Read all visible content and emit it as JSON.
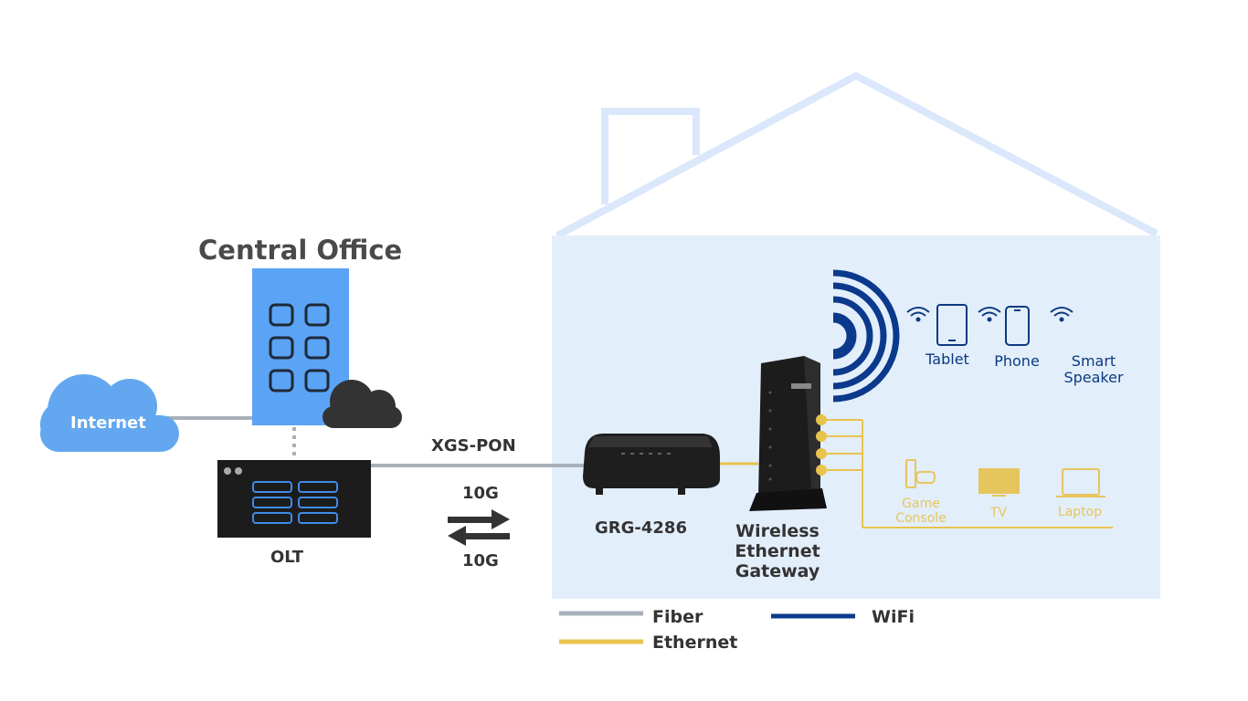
{
  "colors": {
    "fiber": "#a8b0ba",
    "ethernet": "#e8c34d",
    "wifi": "#0b3a8c",
    "house": "#e3eefb",
    "house_outline": "#dbe8fb",
    "building": "#5ba3f5",
    "cloud": "#62a7f0",
    "device_dark": "#222222"
  },
  "central_office": {
    "title": "Central Office"
  },
  "internet": {
    "label": "Internet"
  },
  "olt": {
    "label": "OLT"
  },
  "link": {
    "protocol": "XGS-PON",
    "upstream": "10G",
    "downstream": "10G"
  },
  "ont": {
    "label": "GRG-4286"
  },
  "gateway": {
    "label": "Wireless\nEthernet\nGateway"
  },
  "wifi_devices": [
    {
      "label": "Tablet",
      "icon": "tablet-icon"
    },
    {
      "label": "Phone",
      "icon": "phone-icon"
    },
    {
      "label": "Smart\nSpeaker",
      "icon": "smart-speaker-icon"
    }
  ],
  "ethernet_devices": [
    {
      "label": "Game\nConsole",
      "icon": "game-console-icon"
    },
    {
      "label": "TV",
      "icon": "tv-icon"
    },
    {
      "label": "Laptop",
      "icon": "laptop-icon"
    }
  ],
  "legend": [
    {
      "label": "Fiber",
      "color": "#a8b0ba"
    },
    {
      "label": "Ethernet",
      "color": "#e8c34d"
    },
    {
      "label": "WiFi",
      "color": "#0b3a8c"
    }
  ]
}
